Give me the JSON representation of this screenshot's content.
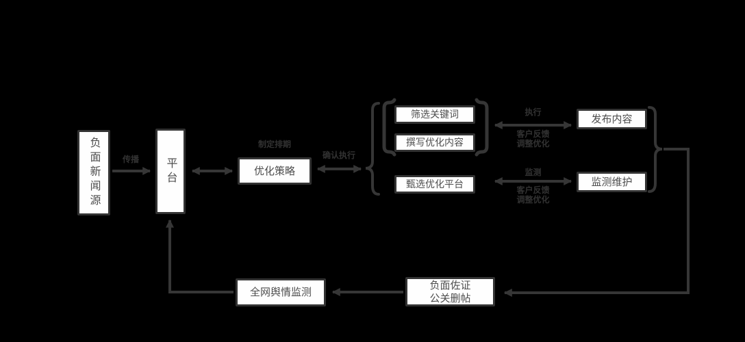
{
  "diagram": {
    "title": "negative-news-optimization-flowchart",
    "colors": {
      "background": "#000000",
      "stroke": "#363636",
      "box_border": "#333333",
      "box_fill": "#fefefe",
      "box_text": "#4d4d4d",
      "edge_label_text": "#323232"
    },
    "nodes": {
      "negative_news_source": "负面新闻源",
      "platform": "平台",
      "optimization_strategy": "优化策略",
      "filter_keywords": "筛选关键词",
      "write_optimized_content": "撰写优化内容",
      "select_optimization_platform": "甄选优化平台",
      "publish_content": "发布内容",
      "monitor_maintain": "监测维护",
      "network_opinion_monitoring": "全网舆情监测",
      "negative_evidence_pr_delete": "负面佐证\n公关删帖"
    },
    "edge_labels": {
      "spread": "传播",
      "make_schedule": "制定排期",
      "confirm_execution": "确认执行",
      "execute": "执行",
      "monitor": "监测",
      "feedback_adjust_top": "客户反馈\n调整优化",
      "feedback_adjust_bottom": "客户反馈\n调整优化"
    }
  }
}
